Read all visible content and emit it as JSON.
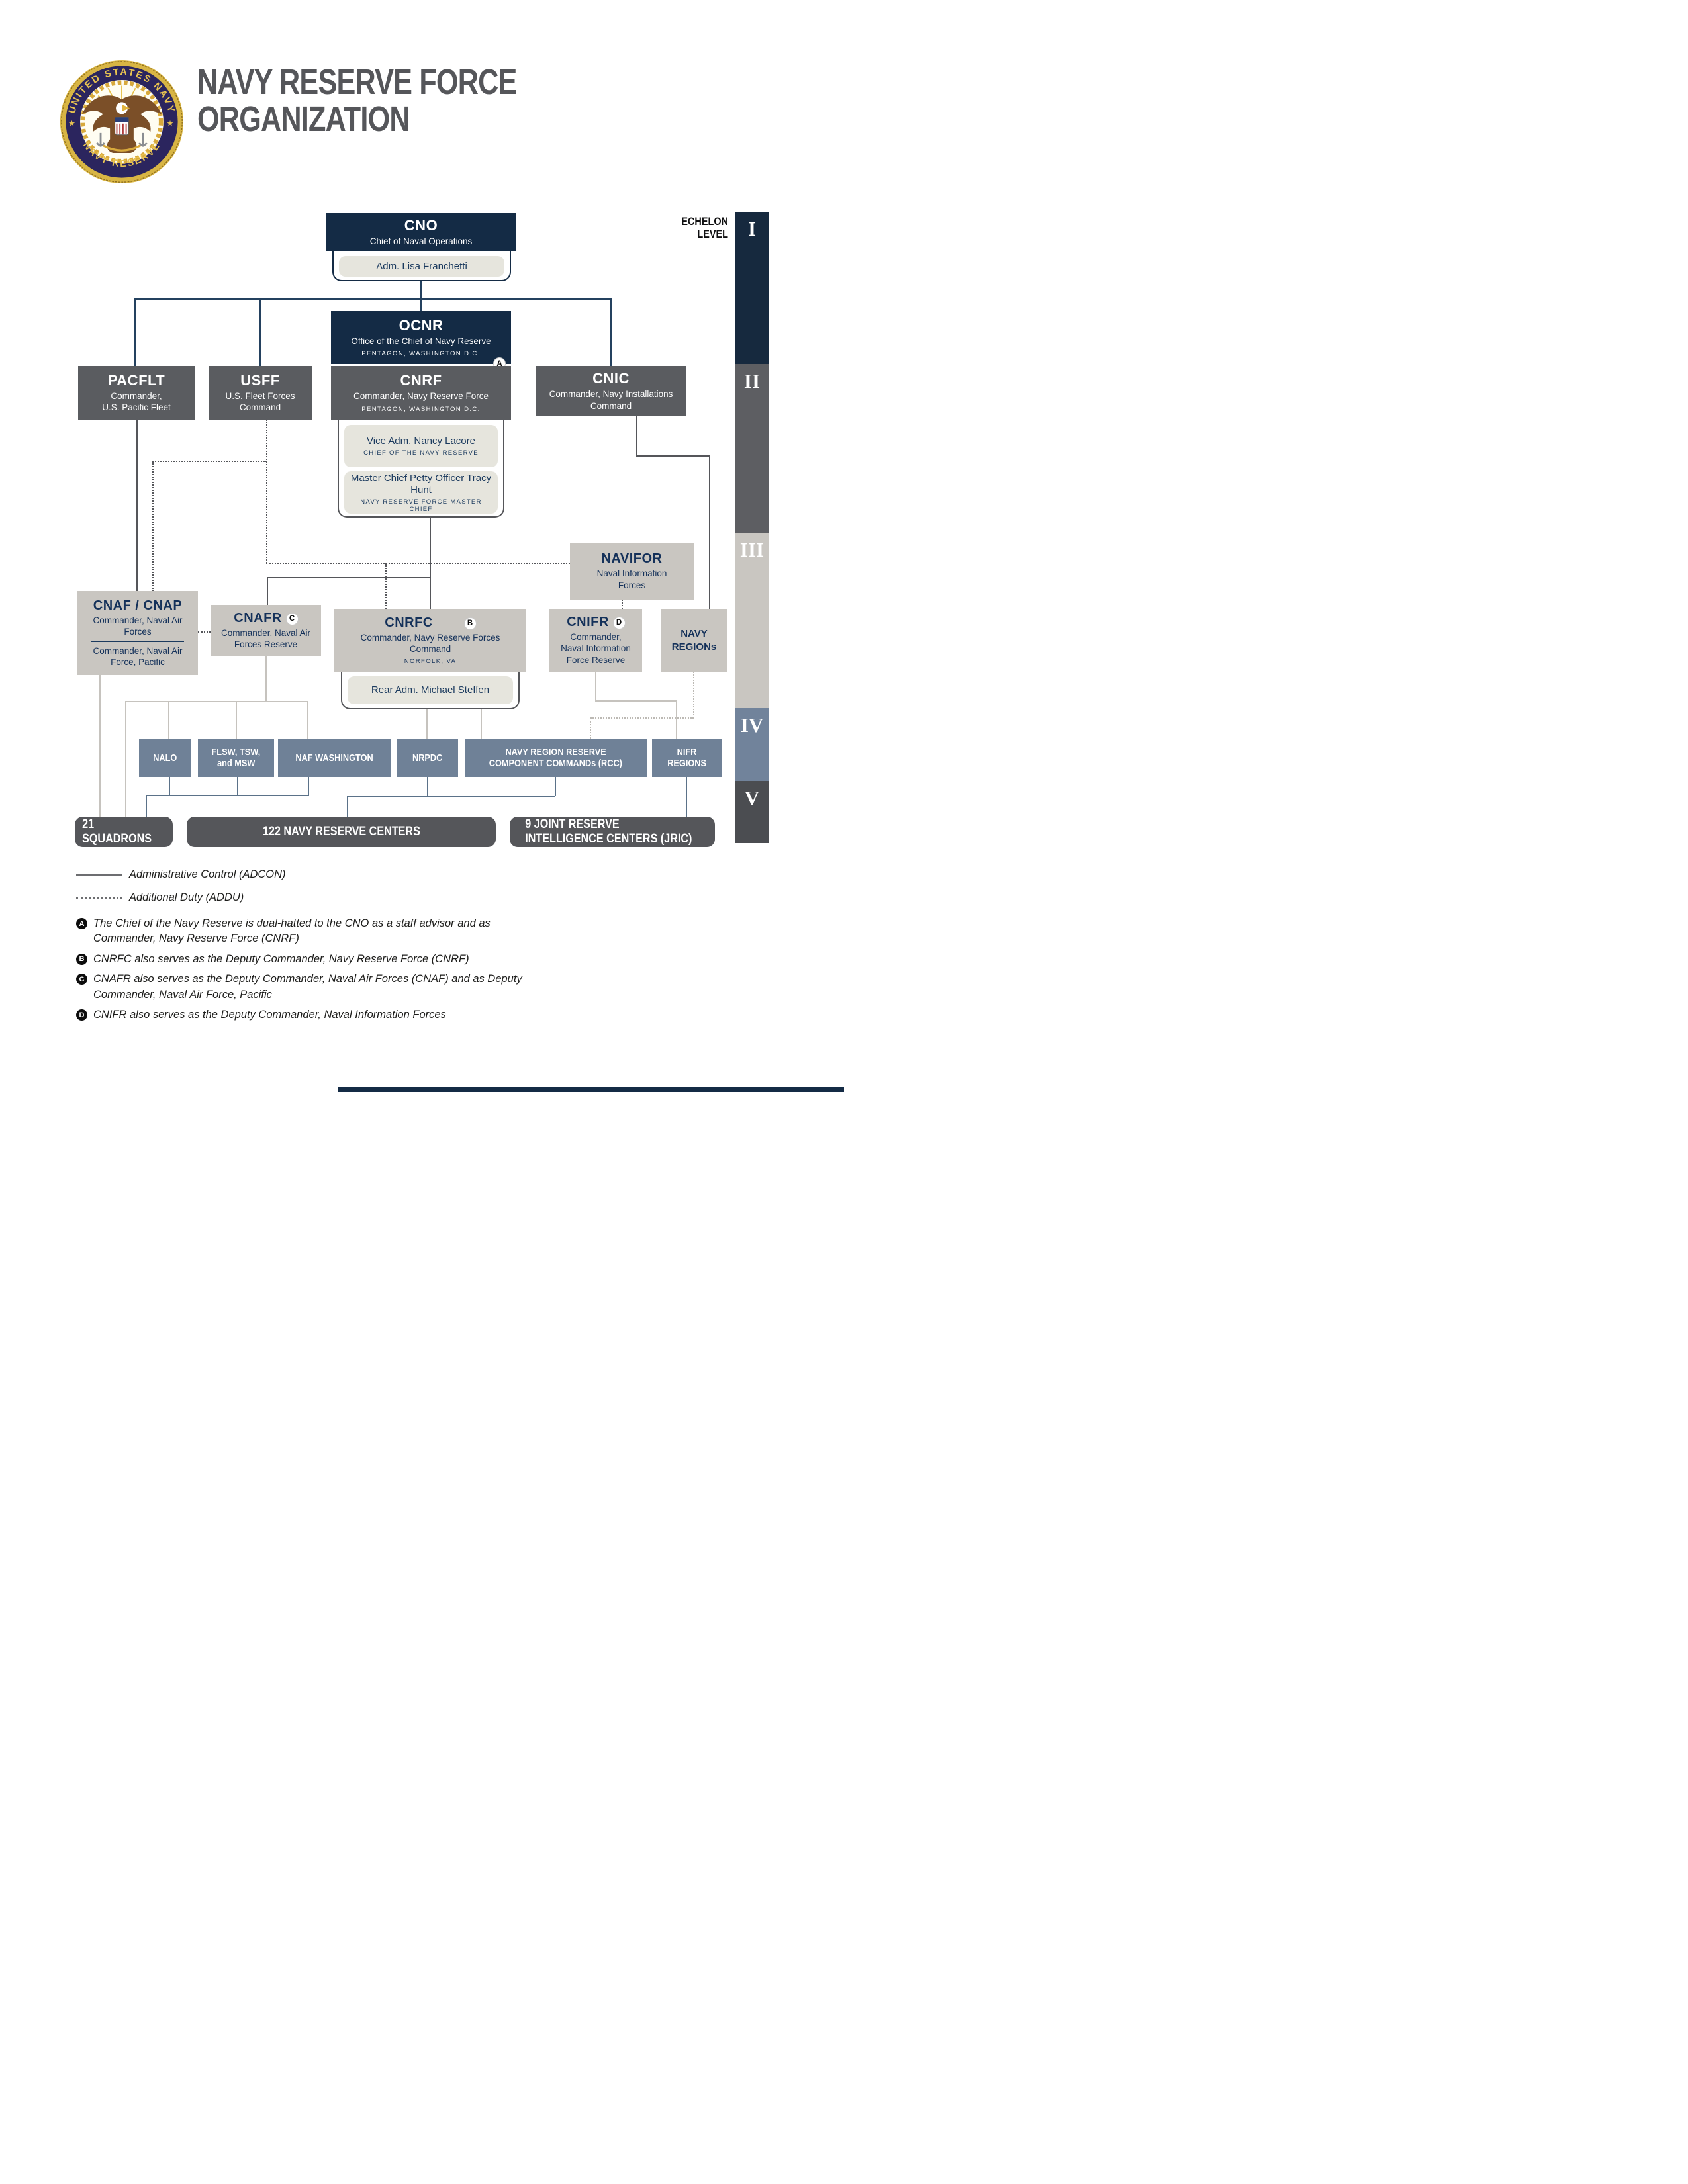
{
  "page": {
    "title_line1": "NAVY RESERVE FORCE",
    "title_line2": "ORGANIZATION"
  },
  "seal": {
    "top_text": "UNITED STATES NAVY",
    "bottom_text": "NAVY RESERVE"
  },
  "echelon": {
    "label_line1": "ECHELON",
    "label_line2": "LEVEL",
    "levels": [
      "I",
      "II",
      "III",
      "IV",
      "V"
    ]
  },
  "boxes": {
    "cno": {
      "acronym": "CNO",
      "subtitle": "Chief of Naval Operations",
      "officer": "Adm. Lisa Franchetti"
    },
    "ocnr": {
      "acronym": "OCNR",
      "subtitle": "Office of the Chief of Navy Reserve",
      "location": "PENTAGON, WASHINGTON D.C.",
      "badge": "A"
    },
    "pacflt": {
      "acronym": "PACFLT",
      "line1": "Commander,",
      "line2": "U.S. Pacific Fleet"
    },
    "usff": {
      "acronym": "USFF",
      "line1": "U.S. Fleet Forces",
      "line2": "Command"
    },
    "cnrf": {
      "acronym": "CNRF",
      "subtitle": "Commander, Navy Reserve Force",
      "location": "PENTAGON, WASHINGTON D.C.",
      "officer1_name": "Vice Adm. Nancy Lacore",
      "officer1_title": "CHIEF OF THE NAVY RESERVE",
      "officer2_name": "Master Chief Petty Officer Tracy Hunt",
      "officer2_title": "NAVY RESERVE FORCE MASTER CHIEF"
    },
    "cnic": {
      "acronym": "CNIC",
      "line1": "Commander, Navy Installations",
      "line2": "Command"
    },
    "navifor": {
      "acronym": "NAVIFOR",
      "subtitle": "Naval Information Forces"
    },
    "cnaf_cnap": {
      "acronym": "CNAF / CNAP",
      "subtitle1": "Commander, Naval Air Forces",
      "subtitle2": "Commander, Naval Air Force, Pacific"
    },
    "cnafr": {
      "acronym": "CNAFR",
      "badge": "C",
      "subtitle": "Commander, Naval Air Forces Reserve"
    },
    "cnrfc": {
      "acronym": "CNRFC",
      "badge": "B",
      "subtitle": "Commander, Navy Reserve Forces Command",
      "location": "NORFOLK, VA",
      "officer": "Rear Adm. Michael Steffen"
    },
    "cnifr": {
      "acronym": "CNIFR",
      "badge": "D",
      "subtitle": "Commander, Naval Information Force Reserve"
    },
    "navy_regions": {
      "acronym": "NAVY REGIONs"
    },
    "nalo": {
      "label": "NALO"
    },
    "flsw": {
      "line1": "FLSW, TSW,",
      "line2": "and MSW"
    },
    "naf_washington": {
      "label": "NAF WASHINGTON"
    },
    "nrpdc": {
      "label": "NRPDC"
    },
    "rcc": {
      "line1": "NAVY REGION RESERVE",
      "line2": "COMPONENT COMMANDs (RCC)"
    },
    "nifr_regions": {
      "line1": "NIFR",
      "line2": "REGIONS"
    }
  },
  "bars": {
    "squadrons": "21 SQUADRONS",
    "reserve_centers": "122 NAVY RESERVE CENTERS",
    "jric": "9 JOINT RESERVE INTELLIGENCE CENTERS (JRIC)"
  },
  "legend": {
    "adcon": "Administrative Control (ADCON)",
    "addu": "Additional Duty (ADDU)"
  },
  "footnotes": [
    {
      "badge": "A",
      "text": "The Chief of the Navy Reserve is dual-hatted to the CNO as a staff advisor and as Commander, Navy Reserve Force (CNRF)"
    },
    {
      "badge": "B",
      "text": "CNRFC also serves as the Deputy Commander, Navy Reserve Force (CNRF)"
    },
    {
      "badge": "C",
      "text": "CNAFR also serves as the Deputy Commander, Naval Air Forces (CNAF) and as Deputy Commander, Naval Air Force, Pacific"
    },
    {
      "badge": "D",
      "text": "CNIFR also serves as the Deputy Commander, Naval Information Forces"
    }
  ],
  "colors": {
    "navy_box": "#142b45",
    "gray_box": "#5a5c60",
    "light_box": "#c9c6c1",
    "bluegray_box": "#6f8197",
    "bar": "#55565a",
    "pill": "#e6e5dd",
    "navy_text": "#14315a",
    "title_gray": "#55565a",
    "echelon_I": "#16293e",
    "echelon_II": "#5d5e62",
    "echelon_III": "#c9c6c1",
    "echelon_IV": "#71839b",
    "echelon_V": "#4b4d51"
  }
}
